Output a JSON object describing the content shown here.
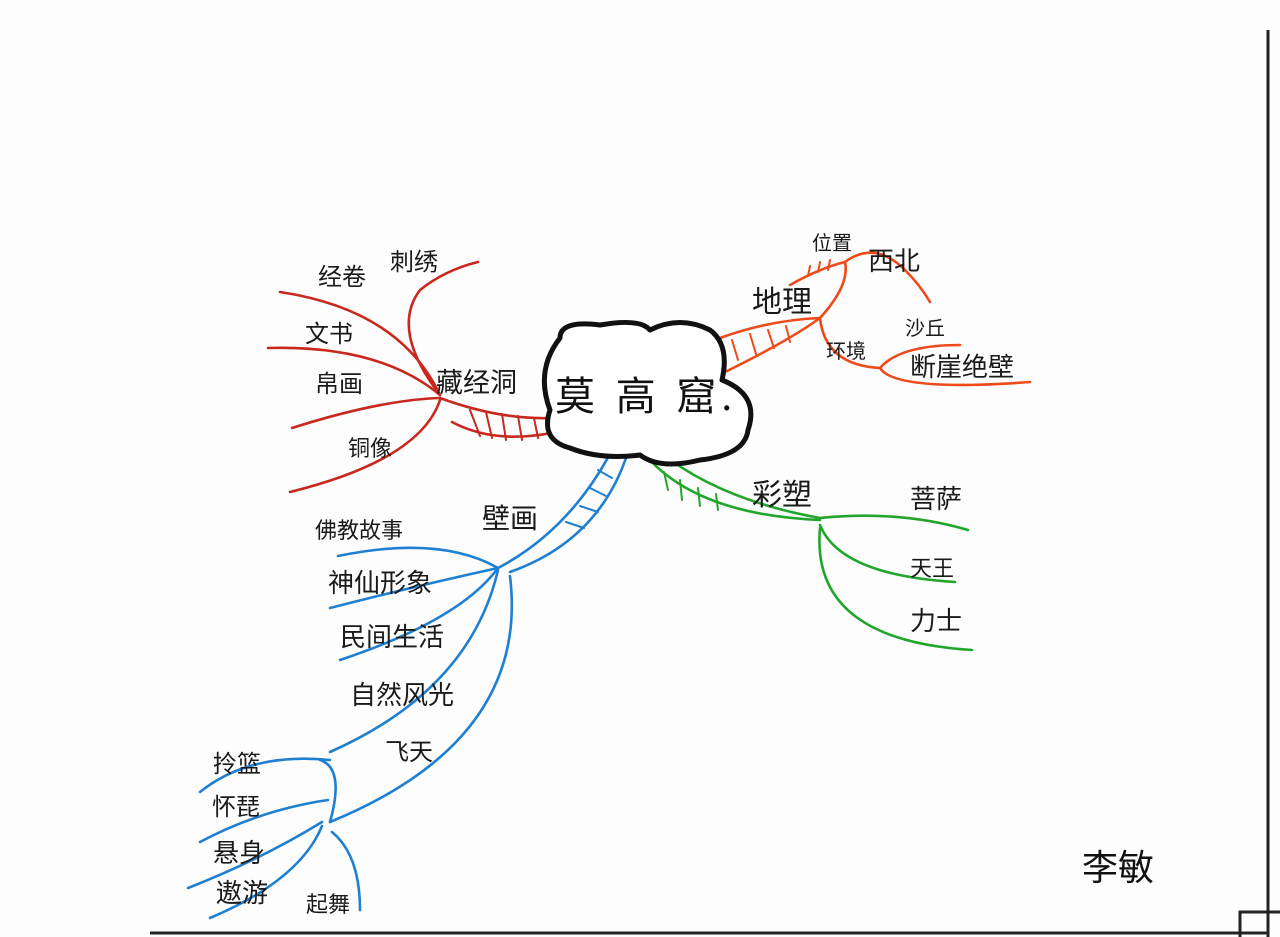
{
  "center": {
    "label": "莫 高 窟."
  },
  "branches": {
    "cangjingdong": {
      "label": "藏经洞",
      "color": "#c8281e",
      "children": [
        "经卷",
        "刺绣",
        "文书",
        "帛画",
        "铜像"
      ]
    },
    "dili": {
      "label": "地理",
      "color": "#ee4a1a",
      "sub1": {
        "label": "位置",
        "children": [
          "西北"
        ]
      },
      "sub2": {
        "label": "环境",
        "children": [
          "沙丘",
          "断崖绝壁"
        ]
      }
    },
    "bihua": {
      "label": "壁画",
      "color": "#1f7fd1",
      "children": [
        "佛教故事",
        "神仙形象",
        "民间生活",
        "自然风光",
        "飞天"
      ],
      "feitian_children": [
        "拎篮",
        "怀琵",
        "悬身",
        "遨游",
        "起舞"
      ]
    },
    "caisu": {
      "label": "彩塑",
      "color": "#22a52b",
      "children": [
        "菩萨",
        "天王",
        "力士"
      ]
    }
  },
  "signature": "李敏"
}
